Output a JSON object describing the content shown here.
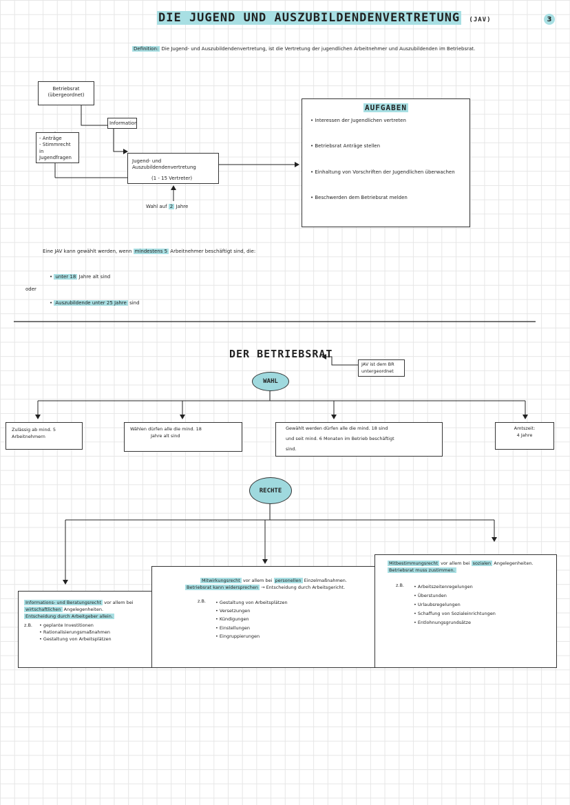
{
  "page_number": "3",
  "jav": {
    "title": "DIE JUGEND UND AUSZUBILDENDENVERTRETUNG",
    "title_suffix": "(JAV)",
    "definition_label": "Definition:",
    "definition_text": "Die Jugend- und Auszubildendenvertretung, ist die Vertretung der jugendlichen Arbeitnehmer und Auszubildenden im Betriebsrat.",
    "betriebsrat_box": [
      "Betriebsrat",
      "(übergeordnet)"
    ],
    "information_label": "Information",
    "antraege_box": [
      "- Anträge",
      "- Stimmrecht in",
      "Jugendfragen"
    ],
    "jav_box": [
      "Jugend- und Auszubildendenvertretung",
      "(1 - 15 Vertreter)"
    ],
    "wahl_text": "Wahl auf",
    "wahl_highlight": "2",
    "wahl_suffix": "Jahre",
    "aufgaben": {
      "title": "AUFGABEN",
      "items": [
        "Interessen der Jugendlichen vertreten",
        "Betriebsrat Anträge stellen",
        "Einhaltung von Vorschriften der Jugendlichen überwachen",
        "Beschwerden dem Betriebsrat melden"
      ]
    },
    "condition_prefix": "Eine JAV kann gewählt werden, wenn",
    "condition_highlight": "mindestens 5",
    "condition_suffix": "Arbeitnehmer beschäftigt sind, die:",
    "cond1_highlight": "unter 18",
    "cond1_suffix": "Jahre alt sind",
    "oder": "oder",
    "cond2_highlight": "Auszubildende unter 25 Jahre",
    "cond2_suffix": "sind"
  },
  "br": {
    "title": "DER BETRIEBSRAT",
    "note": [
      "JAV ist dem BR",
      "untergeordnet"
    ],
    "wahl_oval": "WAHL",
    "wahl_boxes": [
      [
        "Zulässig ab mind. 5",
        "Arbeitnehmern"
      ],
      [
        "Wählen dürfen alle die mind. 18",
        "Jahre alt sind"
      ],
      [
        "Gewählt werden dürfen alle die mind. 18 sind",
        "und seit mind. 6 Monaten im Betrieb beschäftigt",
        "sind."
      ],
      [
        "Amtszeit:",
        "4 Jahre"
      ]
    ],
    "rechte_oval": "RECHTE",
    "info": {
      "line1_highlight": "Informations- und Beratungsrecht",
      "line1_suffix": "vor allem bei",
      "line2_highlight": "wirtschaftlichen",
      "line2_suffix": "Angelegenheiten.",
      "line3_highlight": "Entscheidung durch Arbeitgeber allein.",
      "zb": "z.B.",
      "items": [
        "geplante Investitionen",
        "Rationalisierungsmaßnahmen",
        "Gestaltung von Arbeitsplätzen"
      ]
    },
    "mitwirkung": {
      "line1_highlight": "Mitwirkungsrecht",
      "line1_middle": "vor allem bei",
      "line1_highlight2": "personellen",
      "line1_suffix": "Einzelmaßnahmen.",
      "line2_highlight": "Betriebsrat kann widersprechen",
      "line2_suffix": "→ Entscheidung durch Arbeitsgericht.",
      "zb": "z.B.",
      "items": [
        "Gestaltung von Arbeitsplätzen",
        "Versetzungen",
        "Kündigungen",
        "Einstellungen",
        "Eingruppierungen"
      ]
    },
    "mitbestimmung": {
      "line1_highlight": "Mitbestimmungsrecht",
      "line1_middle": "vor allem bei",
      "line1_highlight2": "sozialen",
      "line1_suffix": "Angelegenheiten.",
      "line2_highlight": "Betriebsrat muss zustimmen.",
      "zb": "z.B.",
      "items": [
        "Arbeitszeitenregelungen",
        "Überstunden",
        "Urlaubsregelungen",
        "Schaffung von Sozialeinrichtungen",
        "Entlohnungsgrundsätze"
      ]
    }
  }
}
